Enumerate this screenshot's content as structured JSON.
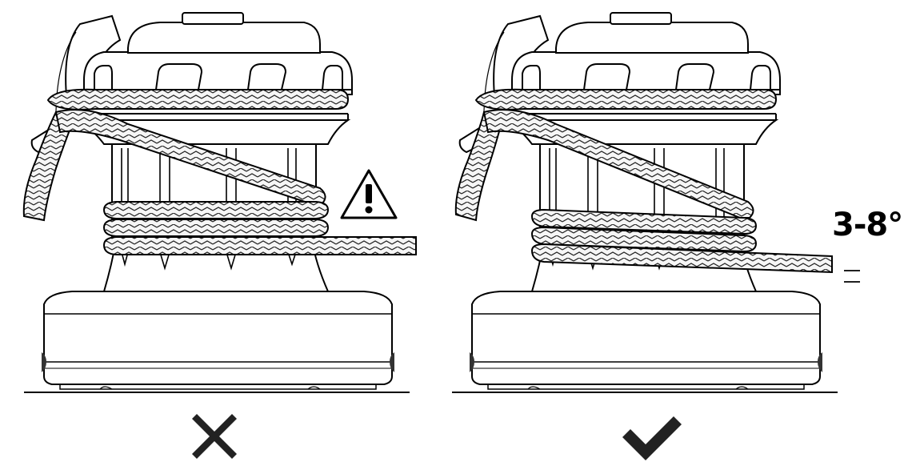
{
  "diagram": {
    "panels": [
      {
        "id": "wrong",
        "verdict": "incorrect",
        "symbol": "cross-icon",
        "warning": "warning-triangle-icon"
      },
      {
        "id": "right",
        "verdict": "correct",
        "symbol": "checkmark-icon"
      }
    ],
    "angle_label": "3-8°",
    "colors": {
      "stroke": "#000000",
      "fill": "#ffffff",
      "rope_fill": "#f7f7f7",
      "mark": "#222222"
    }
  }
}
